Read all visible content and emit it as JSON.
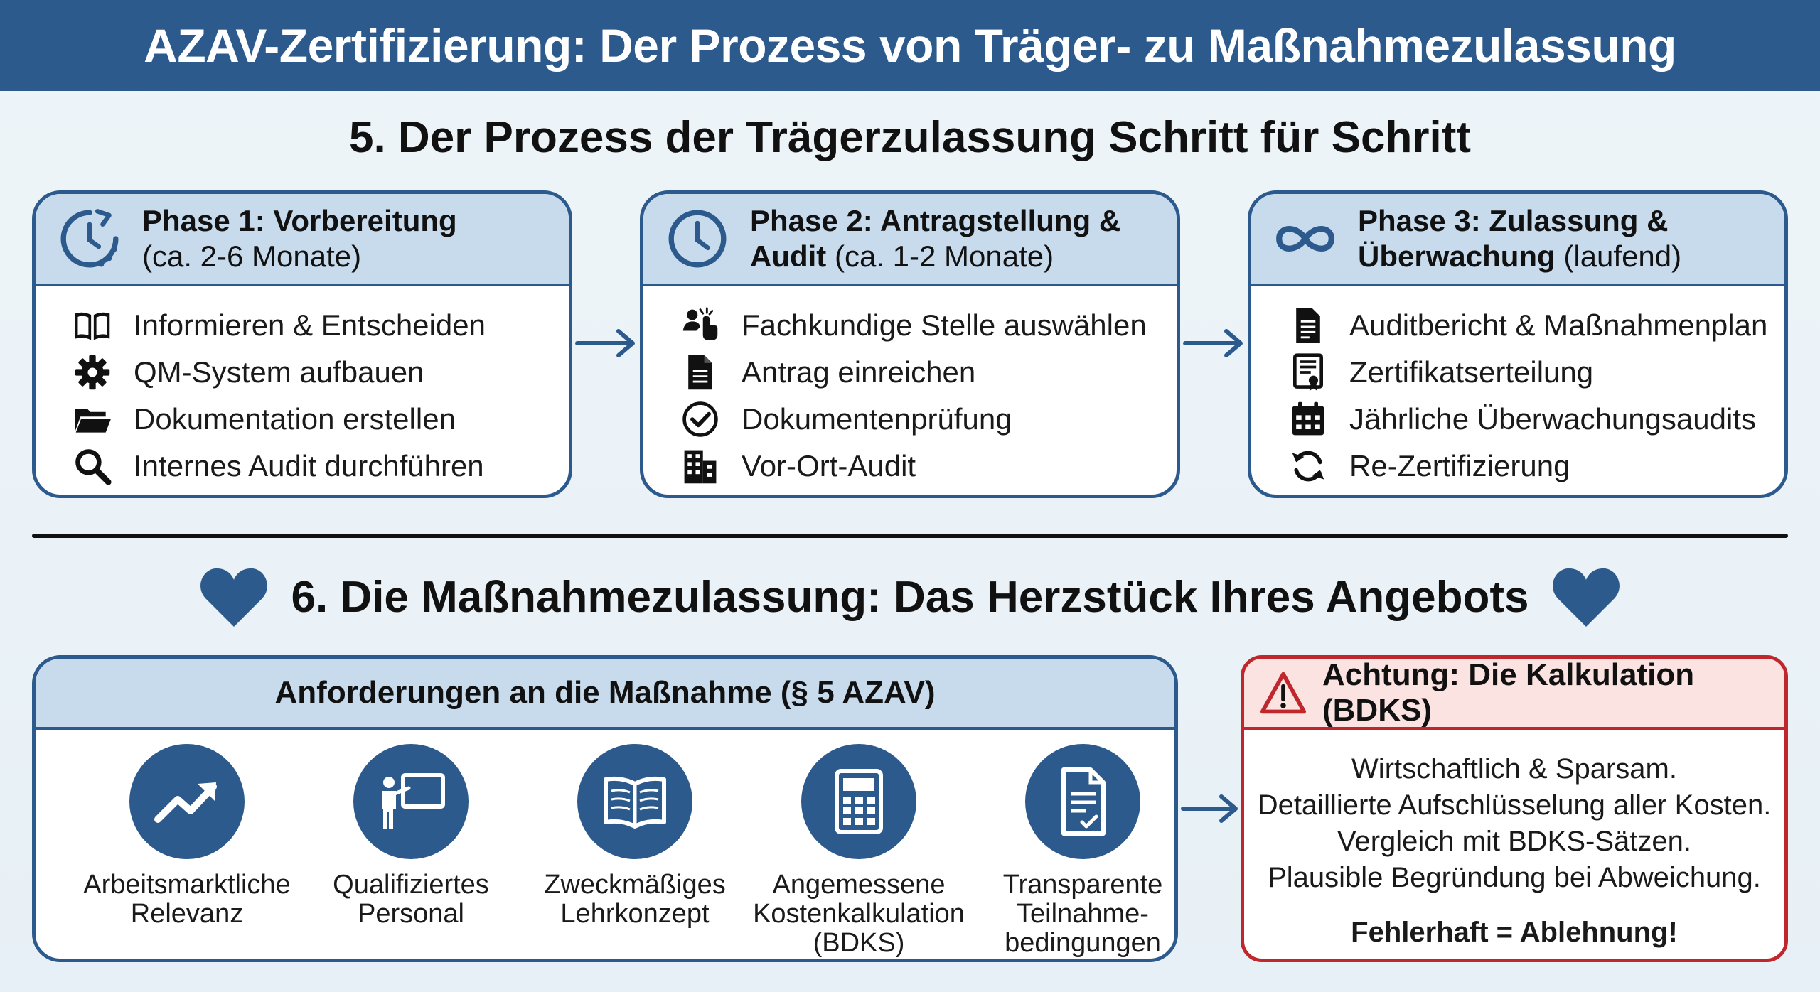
{
  "title": "AZAV-Zertifizierung: Der Prozess von Träger- zu Maßnahmezulassung",
  "section5": {
    "title": "5. Der Prozess der Trägerzulassung Schritt für Schritt",
    "phases": [
      {
        "title_bold": "Phase 1: Vorbereitung",
        "title_rest": "(ca. 2-6 Monate)",
        "icon": "clock-progress-icon",
        "items": [
          {
            "icon": "book-icon",
            "label": "Informieren & Entscheiden"
          },
          {
            "icon": "gear-icon",
            "label": "QM-System aufbauen"
          },
          {
            "icon": "folder-icon",
            "label": "Dokumentation erstellen"
          },
          {
            "icon": "search-icon",
            "label": "Internes Audit durchführen"
          }
        ]
      },
      {
        "title_bold": "Phase 2: Antragstellung &",
        "title_bold2": "Audit",
        "title_rest": "(ca. 1-2 Monate)",
        "icon": "clock-icon",
        "items": [
          {
            "icon": "user-select-icon",
            "label": "Fachkundige Stelle auswählen"
          },
          {
            "icon": "document-icon",
            "label": "Antrag einreichen"
          },
          {
            "icon": "check-circle-icon",
            "label": "Dokumentenprüfung"
          },
          {
            "icon": "building-icon",
            "label": "Vor-Ort-Audit"
          }
        ]
      },
      {
        "title_bold": "Phase 3: Zulassung &",
        "title_bold2": "Überwachung",
        "title_rest": "(laufend)",
        "icon": "infinity-icon",
        "items": [
          {
            "icon": "report-icon",
            "label": "Auditbericht & Maßnahmenplan"
          },
          {
            "icon": "certificate-icon",
            "label": "Zertifikatserteilung"
          },
          {
            "icon": "calendar-icon",
            "label": "Jährliche Überwachungsaudits"
          },
          {
            "icon": "refresh-icon",
            "label": "Re-Zertifizierung"
          }
        ]
      }
    ]
  },
  "section6": {
    "title": "6. Die Maßnahmezulassung: Das Herzstück Ihres Angebots",
    "requirements": {
      "title": "Anforderungen an die Maßnahme (§ 5 AZAV)",
      "items": [
        {
          "icon": "trend-up-icon",
          "label": "Arbeitsmarktliche\nRelevanz"
        },
        {
          "icon": "teacher-icon",
          "label": "Qualifiziertes\nPersonal"
        },
        {
          "icon": "open-book-icon",
          "label": "Zweckmäßiges\nLehrkonzept"
        },
        {
          "icon": "calculator-icon",
          "label": "Angemessene\nKostenkalkulation\n(BDKS)"
        },
        {
          "icon": "checklist-document-icon",
          "label": "Transparente\nTeilnahme-\nbedingungen"
        }
      ]
    },
    "warning": {
      "title": "Achtung: Die Kalkulation (BDKS)",
      "lines": [
        "Wirtschaftlich & Sparsam.",
        "Detaillierte Aufschlüsselung aller Kosten.",
        "Vergleich mit BDKS-Sätzen.",
        "Plausible Begründung bei Abweichung."
      ],
      "conclusion": "Fehlerhaft = Ablehnung!"
    }
  },
  "colors": {
    "primary": "#2c5a8c",
    "header_fill": "#c7dbed",
    "warning": "#c0272d",
    "warning_fill": "#fbe3e2"
  }
}
